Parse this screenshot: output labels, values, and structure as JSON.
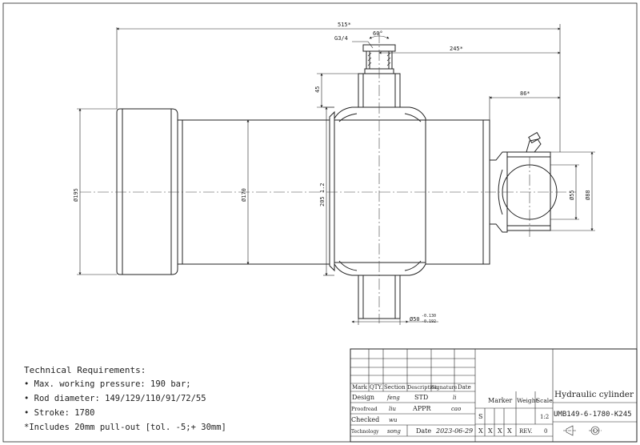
{
  "dimensions": {
    "overall_length": "515*",
    "port_thread": "G3/4",
    "port_angle": "60°",
    "port_to_end": "245*",
    "end_offset": "86*",
    "port_height": "45",
    "dia_barrel": "Ø195",
    "dia_stage": "Ø170",
    "dia_head": "205 1.2",
    "dia_eye_inner": "Ø55",
    "dia_eye_outer": "Ø88",
    "trunnion_dia": "Ø50",
    "trunnion_tol_upper": "-0.130",
    "trunnion_tol_lower": "-0.192"
  },
  "requirements": {
    "title": "Technical Requirements:",
    "items": [
      "• Max. working pressure: 190 bar;",
      "• Rod diameter: 149/129/110/91/72/55",
      "• Stroke: 1780",
      "*Includes 20mm pull-out [tol. -5;+ 30mm]"
    ]
  },
  "title_block": {
    "headers": {
      "mark": "Mark",
      "qty": "QTY.",
      "section": "Section",
      "description": "Description",
      "signature": "Signature",
      "date": "Date"
    },
    "rows": {
      "design": "Design",
      "design_sig": "feng",
      "std": "STD",
      "std_sig": "li",
      "proofread": "Proofread",
      "proofread_sig": "liu",
      "appr": "APPR",
      "appr_sig": "cao",
      "checked": "Checked",
      "checked_sig": "wu",
      "technology": "Technology",
      "technology_sig": "song",
      "date_label": "Date",
      "date_value": "2023-06-29"
    },
    "marker": "Marker",
    "weight": "Weight",
    "scale": "Scale",
    "scale_value": "1:2",
    "s_mark": "S",
    "x_marks": [
      "X",
      "X",
      "X",
      "X"
    ],
    "rev": "REV.",
    "rev_value": "0",
    "title": "Hydraulic cylinder",
    "part_number": "UMB149-6-1780-K245"
  }
}
